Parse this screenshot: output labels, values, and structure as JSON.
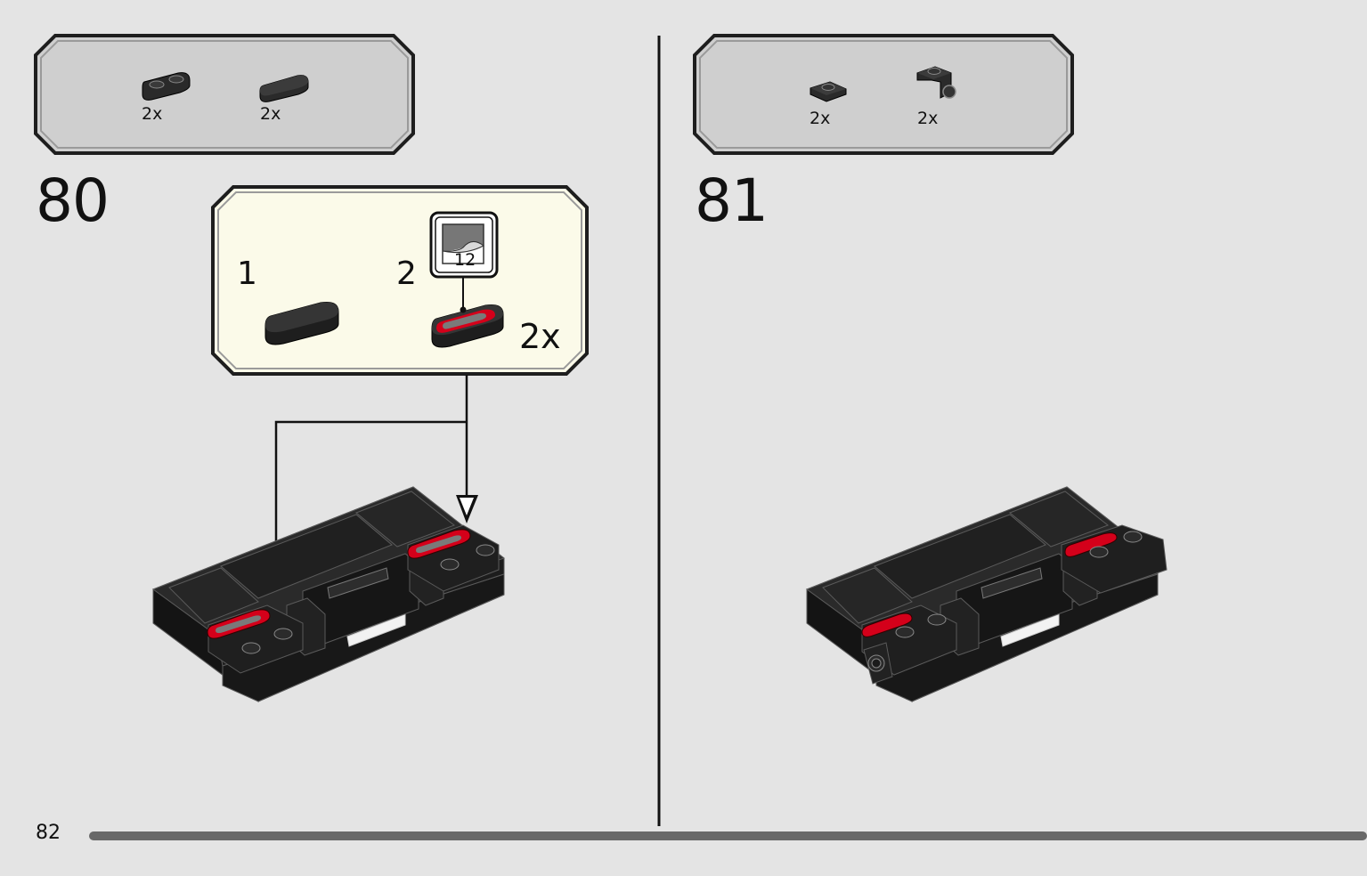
{
  "page": {
    "number": "82"
  },
  "steps": [
    {
      "number": "80",
      "parts": [
        {
          "icon": "plate-1x2-rounded-two-studs-icon",
          "qty": "2x"
        },
        {
          "icon": "tile-1x2-rounded-icon",
          "qty": "2x"
        }
      ],
      "subassembly": {
        "substeps": [
          {
            "number": "1",
            "icon": "tile-1x2-rounded-icon"
          },
          {
            "number": "2",
            "icon": "tile-1x2-rounded-with-sticker-icon",
            "qty": "2x"
          }
        ],
        "sticker": {
          "number": "12",
          "icon": "sticker-icon"
        }
      }
    },
    {
      "number": "81",
      "parts": [
        {
          "icon": "plate-1x1-icon",
          "qty": "2x"
        },
        {
          "icon": "bracket-1x1-with-stud-icon",
          "qty": "2x"
        }
      ]
    }
  ],
  "colors": {
    "background": "#e4e4e4",
    "callout": "#cfcfcf",
    "subassembly": "#fbfae9",
    "brick": "#1b1b1b",
    "accent": "#d4001a"
  }
}
